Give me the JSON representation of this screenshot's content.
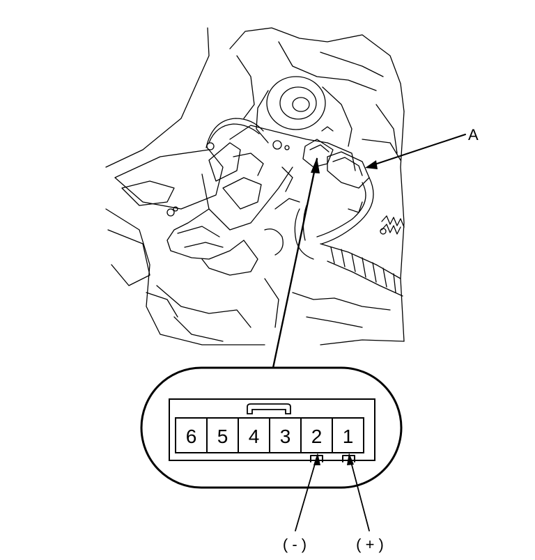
{
  "callout_label": "A",
  "connector": {
    "pins": [
      "6",
      "5",
      "4",
      "3",
      "2",
      "1"
    ]
  },
  "polarity": {
    "negative": "( - )",
    "positive": "( + )"
  }
}
